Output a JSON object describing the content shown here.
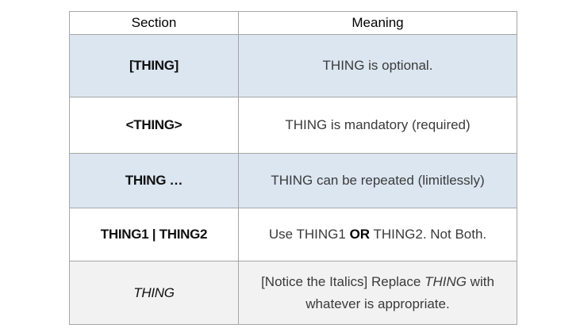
{
  "table": {
    "headers": {
      "section": "Section",
      "meaning": "Meaning"
    },
    "rows": [
      {
        "section": "[THING]",
        "meaning": "THING is optional."
      },
      {
        "section": "<THING>",
        "meaning": "THING is mandatory (required)"
      },
      {
        "section": "THING …",
        "meaning": "THING can be repeated (limitlessly)"
      },
      {
        "section": "THING1 | THING2",
        "meaning_parts": [
          "Use THING1 ",
          "OR",
          " THING2. Not Both."
        ]
      },
      {
        "section": "THING",
        "meaning_parts": [
          "[Notice the Italics] Replace ",
          "THING",
          " with whatever is appropriate."
        ]
      }
    ]
  },
  "colors": {
    "row_blue": "#dce6f1",
    "row_white": "#ffffff",
    "row_grey": "#f2f2f2",
    "border": "#a6a6a6"
  }
}
